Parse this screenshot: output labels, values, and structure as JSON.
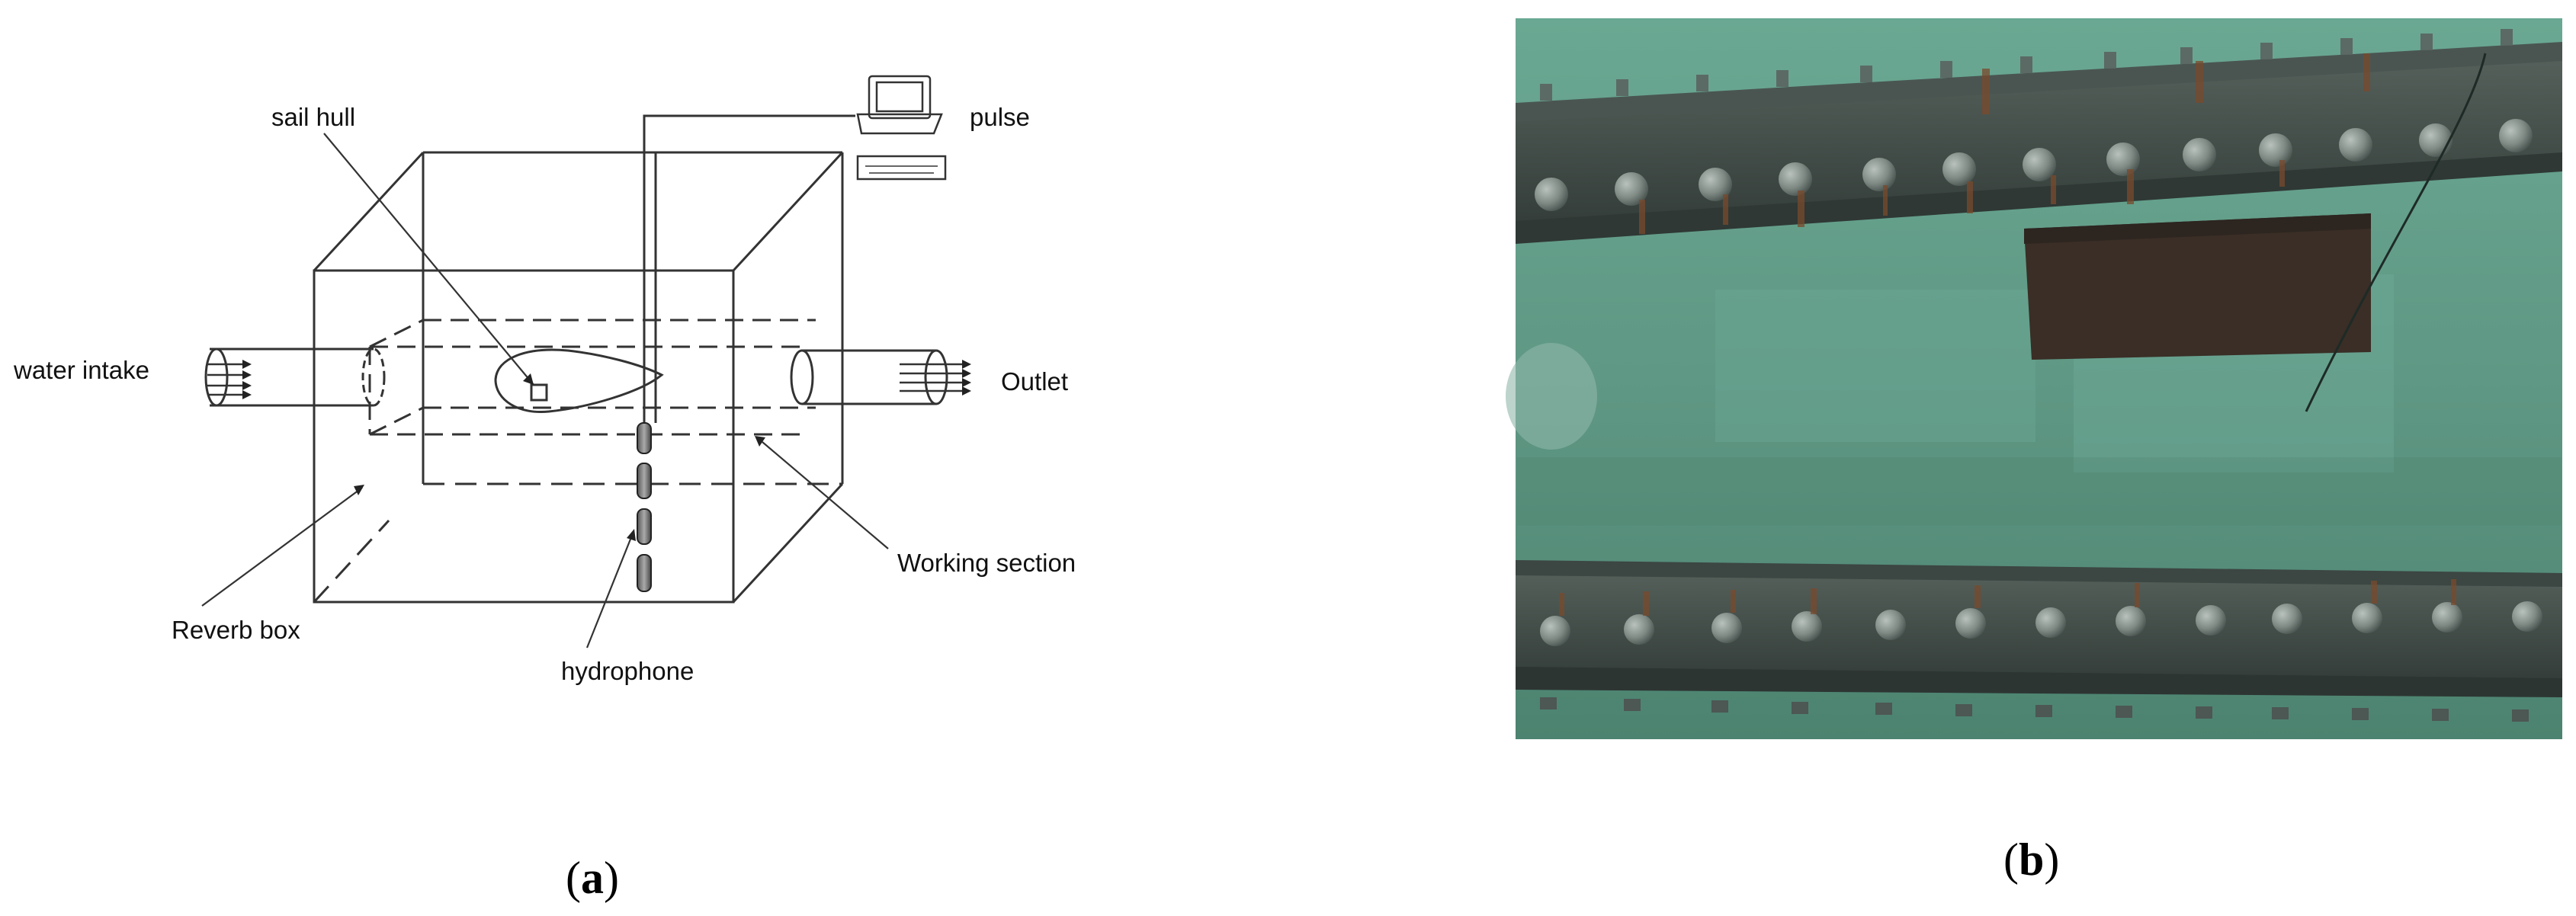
{
  "panel_a": {
    "labels": {
      "sail_hull": "sail hull",
      "pulse": "pulse",
      "water_intake": "water intake",
      "outlet": "Outlet",
      "working_section": "Working section",
      "reverb_box": "Reverb box",
      "hydrophone": "hydrophone"
    },
    "caption": {
      "open": "(",
      "letter": "a",
      "close": ")"
    }
  },
  "panel_b": {
    "caption": {
      "open": "(",
      "letter": "b",
      "close": ")"
    }
  },
  "colors": {
    "line": "#333333",
    "water": "#5f9a86",
    "water_deep": "#4f8770",
    "steel": "#3e4844",
    "rust": "#7a4a2c",
    "plate": "#3a2e26"
  }
}
